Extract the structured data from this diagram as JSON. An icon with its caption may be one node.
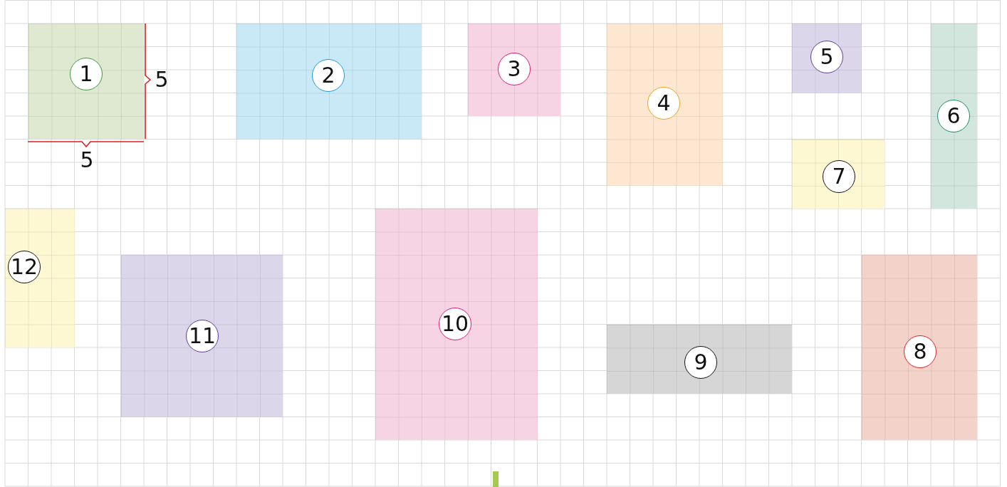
{
  "diagram": {
    "nodes": [
      {
        "text": [
          "1"
        ]
      },
      {
        "text": [
          "2"
        ]
      },
      {
        "text": [
          "3"
        ]
      },
      {
        "text": [
          "4"
        ]
      },
      {
        "text": [
          "5"
        ]
      },
      {
        "text": [
          "6"
        ]
      },
      {
        "text": [
          "7"
        ]
      },
      {
        "text": [
          "8"
        ]
      },
      {
        "text": [
          "9"
        ]
      },
      {
        "text": [
          "10"
        ]
      },
      {
        "text": [
          "11"
        ]
      },
      {
        "text": [
          "12"
        ]
      }
    ],
    "labels": [
      "5",
      "5"
    ]
  }
}
